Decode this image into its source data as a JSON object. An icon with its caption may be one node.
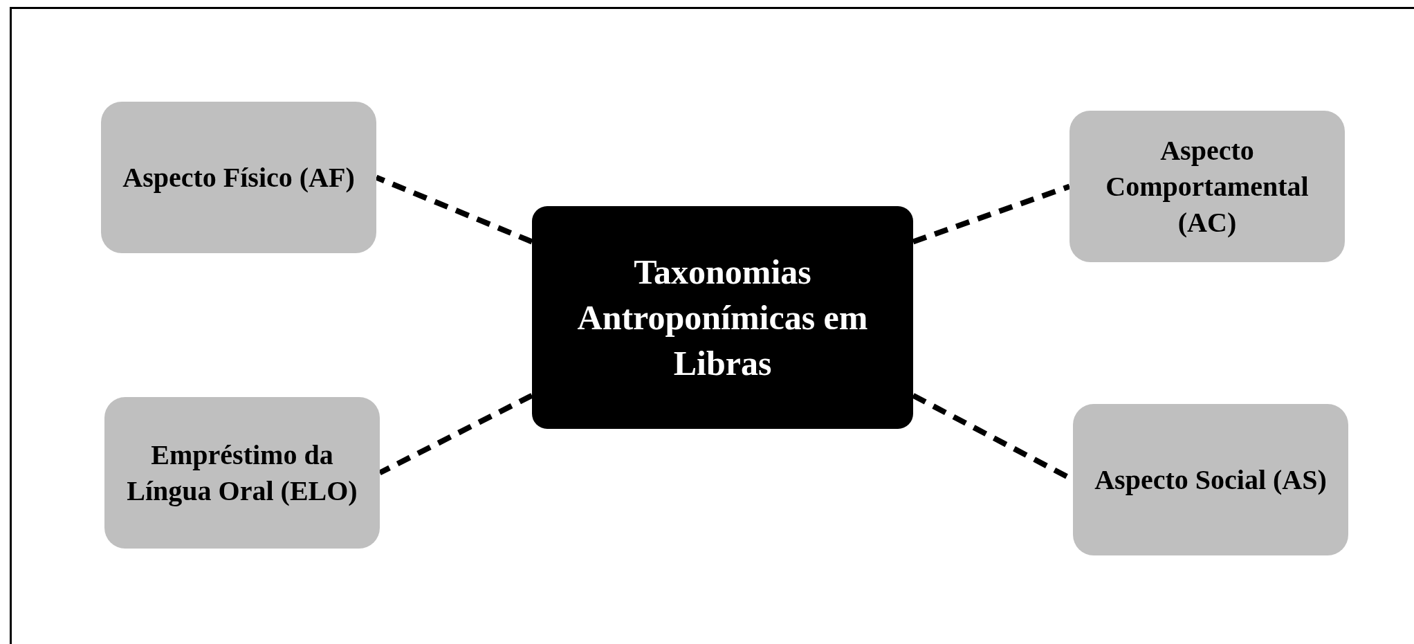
{
  "diagram": {
    "nodes": [
      {
        "text": [
          "Aspecto Físico (AF)"
        ]
      },
      {
        "text": [
          "Aspecto Comportamental (AC)"
        ]
      },
      {
        "text": [
          "Taxonomias Antroponímicas em Libras"
        ]
      },
      {
        "text": [
          "Empréstimo da Língua Oral (ELO)"
        ]
      },
      {
        "text": [
          "Aspecto Social (AS)"
        ]
      }
    ],
    "edges": [
      {
        "from": 2,
        "to": 0,
        "arrow": "none",
        "style": "dashed"
      },
      {
        "from": 2,
        "to": 1,
        "arrow": "none",
        "style": "dashed"
      },
      {
        "from": 2,
        "to": 3,
        "arrow": "none",
        "style": "dashed"
      },
      {
        "from": 2,
        "to": 4,
        "arrow": "none",
        "style": "dashed"
      }
    ]
  }
}
